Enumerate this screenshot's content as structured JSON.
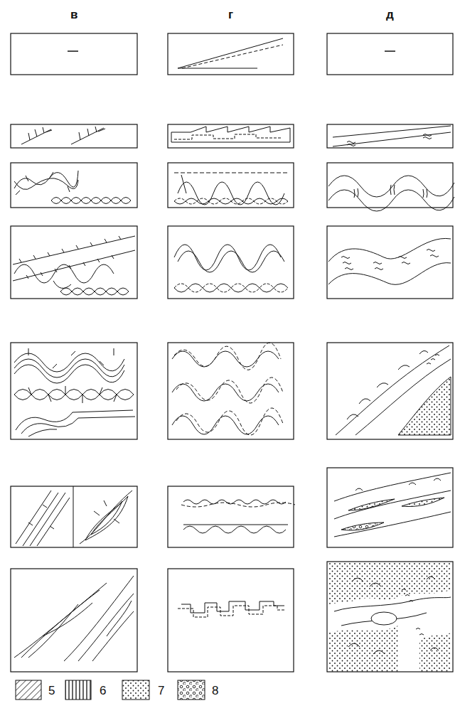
{
  "diagram": {
    "labels": [
      "в",
      "г",
      "д"
    ],
    "legend": [
      {
        "text": "5"
      },
      {
        "text": "6"
      },
      {
        "text": "7"
      },
      {
        "text": "8"
      }
    ]
  }
}
